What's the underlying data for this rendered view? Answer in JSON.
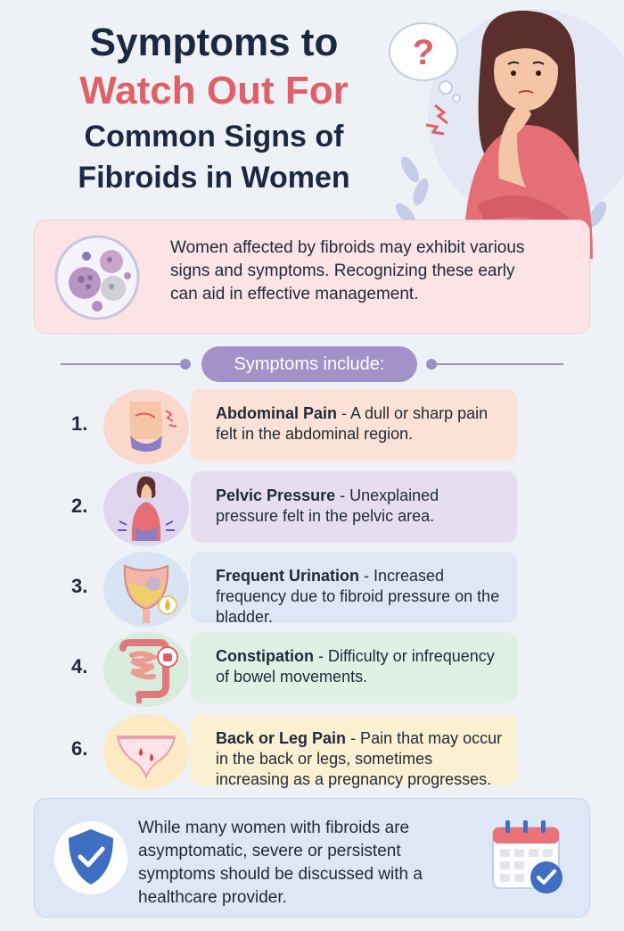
{
  "title": {
    "line1": "Symptoms to",
    "line2": "Watch Out For",
    "line3": "Common Signs of",
    "line4": "Fibroids in Women"
  },
  "hero": {
    "question_mark": "?"
  },
  "intro": {
    "text": "Women affected by fibroids may exhibit various signs and symptoms. Recognizing these early can aid in effective management."
  },
  "section_label": "Symptoms include:",
  "symptoms": [
    {
      "number": "1.",
      "name": "Abdominal Pain",
      "description": " - A dull or sharp pain felt in the abdominal region.",
      "icon": "abdomen-pain-icon",
      "card_color": "#fbe1d6",
      "circle_color": "#fbd8cc"
    },
    {
      "number": "2.",
      "name": "Pelvic Pressure",
      "description": " - Unexplained pressure felt in the pelvic area.",
      "icon": "pelvic-pressure-icon",
      "card_color": "#e6def0",
      "circle_color": "#e0d6ef"
    },
    {
      "number": "3.",
      "name": "Frequent Urination",
      "description": " - Increased frequency due to fibroid pressure on the bladder.",
      "icon": "bladder-icon",
      "card_color": "#dde7f5",
      "circle_color": "#d8e4f4"
    },
    {
      "number": "4.",
      "name": "Constipation",
      "description": " - Difficulty or infrequency of bowel movements.",
      "icon": "intestine-icon",
      "card_color": "#e1f0e4",
      "circle_color": "#d7ecdc"
    },
    {
      "number": "6.",
      "name": "Back or Leg Pain",
      "description": " - Pain that may occur in the back or legs, sometimes increasing as a pregnancy progresses.",
      "icon": "underwear-icon",
      "card_color": "#fcf0d2",
      "circle_color": "#fbeac4"
    }
  ],
  "footer": {
    "text": "While many women with fibroids are asymptomatic, severe or persistent symptoms should be discussed with a healthcare provider."
  },
  "colors": {
    "accent_red": "#e06068",
    "navy": "#1b2841",
    "lavender": "#a292c8"
  }
}
